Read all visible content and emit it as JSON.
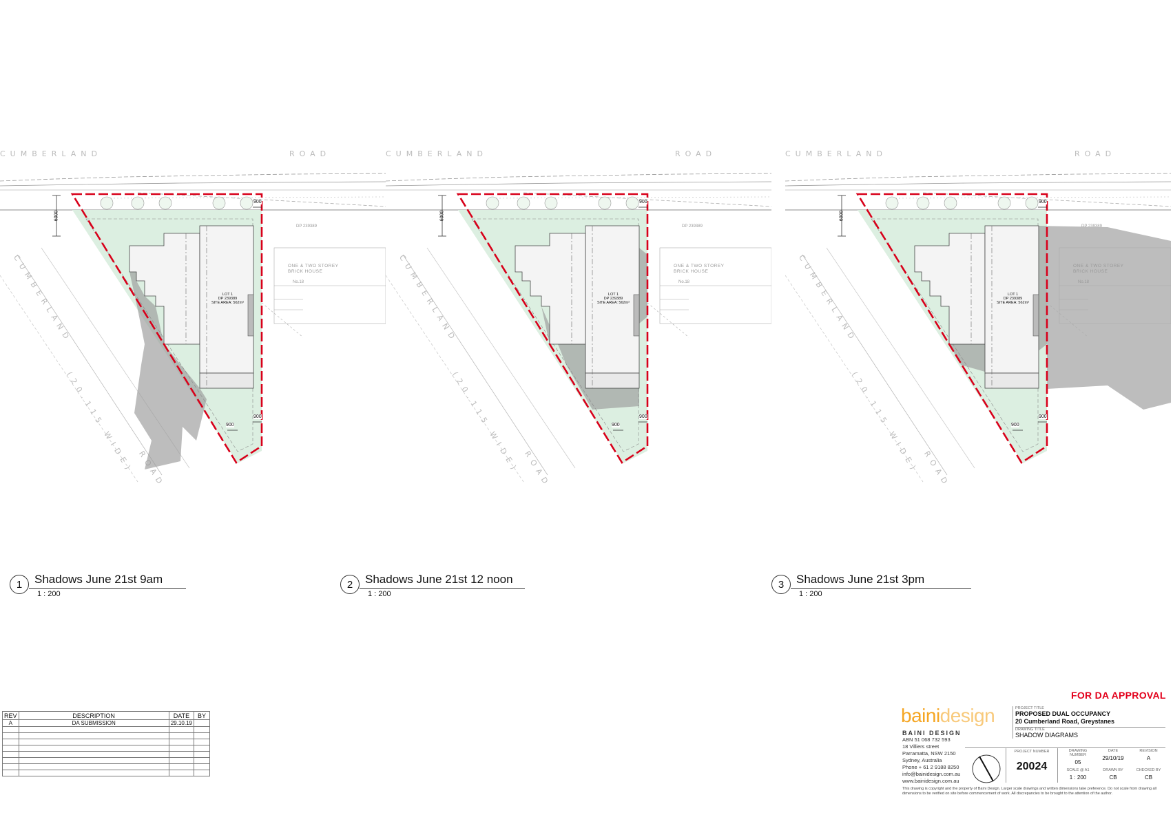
{
  "panels": [
    {
      "number": "1",
      "title": "Shadows June 21st 9am",
      "scale": "1 : 200",
      "road_top_left": "CUMBERLAND",
      "road_top_right": "ROAD",
      "road_diag_1": "CUMBERLAND",
      "road_diag_2": "(20.115 WIDE)",
      "road_diag_3": "ROAD",
      "lot_line1": "LOT 1",
      "lot_line2": "DP 239389",
      "lot_line3": "SITE AREA: 562m²",
      "neighbour_dp": "DP 239389",
      "neighbour_desc": "ONE & TWO STOREY BRICK HOUSE",
      "neighbour_no": "No.18",
      "dim_setback": "6000",
      "dim_a": "900",
      "dim_b": "900",
      "dim_c": "900"
    },
    {
      "number": "2",
      "title": "Shadows June 21st 12 noon",
      "scale": "1 : 200",
      "road_top_left": "CUMBERLAND",
      "road_top_right": "ROAD",
      "road_diag_1": "CUMBERLAND",
      "road_diag_2": "(20.115 WIDE)",
      "road_diag_3": "ROAD",
      "lot_line1": "LOT 1",
      "lot_line2": "DP 239389",
      "lot_line3": "SITE AREA: 562m²",
      "neighbour_dp": "DP 239389",
      "neighbour_desc": "ONE & TWO STOREY BRICK HOUSE",
      "neighbour_no": "No.18",
      "dim_setback": "6000",
      "dim_a": "900",
      "dim_b": "900",
      "dim_c": "900"
    },
    {
      "number": "3",
      "title": "Shadows June 21st 3pm",
      "scale": "1 : 200",
      "road_top_left": "CUMBERLAND",
      "road_top_right": "ROAD",
      "road_diag_1": "CUMBERLAND",
      "road_diag_2": "(20.115 WIDE)",
      "road_diag_3": "ROAD",
      "lot_line1": "LOT 1",
      "lot_line2": "DP 239389",
      "lot_line3": "SITE AREA: 562m²",
      "neighbour_dp": "DP 239389",
      "neighbour_desc": "ONE & TWO STOREY BRICK HOUSE",
      "neighbour_no": "No.18",
      "dim_setback": "6000",
      "dim_a": "900",
      "dim_b": "900",
      "dim_c": "900"
    }
  ],
  "revision_table": {
    "headers": [
      "REV",
      "DESCRIPTION",
      "DATE",
      "BY"
    ],
    "rows": [
      [
        "A",
        "DA SUBMISSION",
        "29.10.19",
        ""
      ],
      [
        "",
        "",
        "",
        ""
      ],
      [
        "",
        "",
        "",
        ""
      ],
      [
        "",
        "",
        "",
        ""
      ],
      [
        "",
        "",
        "",
        ""
      ],
      [
        "",
        "",
        "",
        ""
      ],
      [
        "",
        "",
        "",
        ""
      ],
      [
        "",
        "",
        "",
        ""
      ],
      [
        "",
        "",
        "",
        ""
      ]
    ]
  },
  "title_block": {
    "status": "FOR DA APPROVAL",
    "logo_part1": "baini",
    "logo_part2": "design",
    "firm": "BAINI DESIGN",
    "office_lines": [
      "ABN 51 068 732 593",
      "18 Villiers street",
      "Parramatta, NSW 2150",
      "Sydney, Australia",
      "Phone + 61 2 9188 8250",
      "info@bainidesign.com.au",
      "www.bainidesign.com.au"
    ],
    "project_title_label": "PROJECT TITLE",
    "project_title_1": "PROPOSED DUAL OCCUPANCY",
    "project_title_2": "20 Cumberland Road, Greystanes",
    "drawing_title_label": "DRAWING TITLE",
    "drawing_title": "SHADOW DIAGRAMS",
    "project_number_label": "PROJECT NUMBER",
    "project_number": "20024",
    "drawing_number_label": "DRAWING NUMBER",
    "drawing_number": "05",
    "date_label": "DATE",
    "date": "29/10/19",
    "revision_label": "REVISION",
    "revision": "A",
    "scale_label": "SCALE @ A1",
    "scale": "1 : 200",
    "drawn_by_label": "DRAWN BY",
    "drawn_by": "CB",
    "checked_by_label": "CHECKED BY",
    "checked_by": "CB",
    "disclaimer": "This drawing is copyright and the property of Baini Design. Larger scale drawings and written dimensions take preference. Do not scale from drawing all dimensions to be verified on site before commencement of work. All discrepancies to be brought to the attention of the author."
  }
}
